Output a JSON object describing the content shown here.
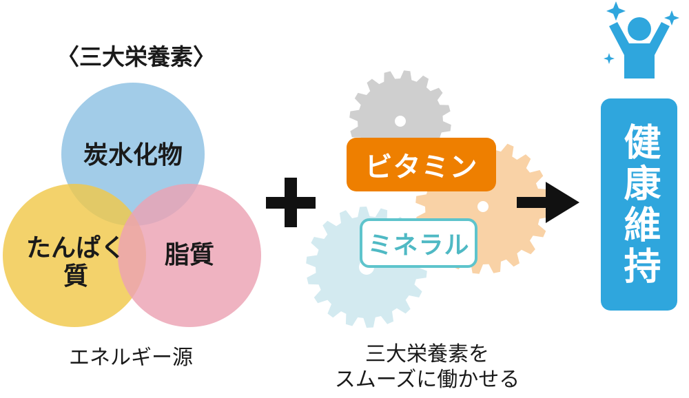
{
  "heading": "〈三大栄養素〉",
  "nutrients": {
    "carbohydrate": "炭水化物",
    "protein": "たんぱく\n質",
    "fat": "脂質"
  },
  "energy_caption": "エネルギー源",
  "plus_symbol": "+",
  "vitamin_label": "ビタミン",
  "mineral_label": "ミネラル",
  "gear_caption": [
    "三大栄養素を",
    "スムーズに働かせる"
  ],
  "arrow_symbol": "→",
  "health_label": "健康維持",
  "icons": [
    "plus-icon",
    "arrow-right-icon",
    "gear-icon",
    "person-celebrating-icon",
    "sparkle-icon"
  ],
  "colors": {
    "carb_circle": "#8ec1e3",
    "protein_circle": "#f0c84a",
    "fat_circle": "#eba2b3",
    "gear_gray": "#cfcfcf",
    "gear_peach": "#f9d2a6",
    "gear_light_blue": "#d3eaf0",
    "vitamin": "#ee7f00",
    "mineral_border": "#5ec4cc",
    "health_blue": "#2fa6dd"
  }
}
